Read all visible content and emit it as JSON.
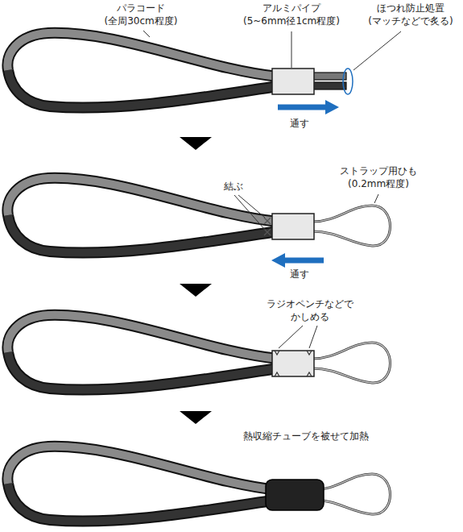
{
  "diagram": {
    "labels": [
      "パラコード (全周30cm程度)",
      "アルミパイプ (5~6mm径1cm程度)",
      "ほつれ防止処置 (マッチなどで炙る)",
      "通す",
      "結ぶ",
      "ストラップ用ひも (0.2mm程度)",
      "通す",
      "ラジオペンチなどで かしめる",
      "熱収縮チューブを被せて加熱"
    ]
  }
}
